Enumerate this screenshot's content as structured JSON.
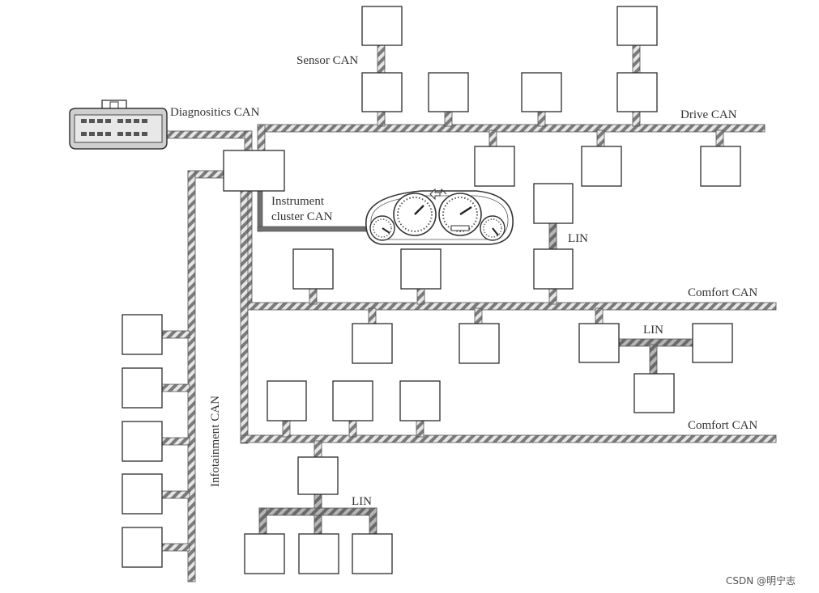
{
  "labels": {
    "sensor_can": "Sensor CAN",
    "diagnostics_can": "Diagnositics CAN",
    "drive_can": "Drive CAN",
    "instrument_cluster_can_line1": "Instrument",
    "instrument_cluster_can_line2": "cluster CAN",
    "lin_upper": "LIN",
    "lin_middle": "LIN",
    "lin_lower": "LIN",
    "comfort_can_1": "Comfort CAN",
    "comfort_can_2": "Comfort CAN",
    "infotainment_can": "Infotainment CAN"
  },
  "watermark": "CSDN @明宁志",
  "colors": {
    "bus_stripe_dark": "#7a7a7a",
    "bus_stripe_light": "#e6e6e6",
    "node_border": "#2b2b2b",
    "text": "#333333"
  }
}
